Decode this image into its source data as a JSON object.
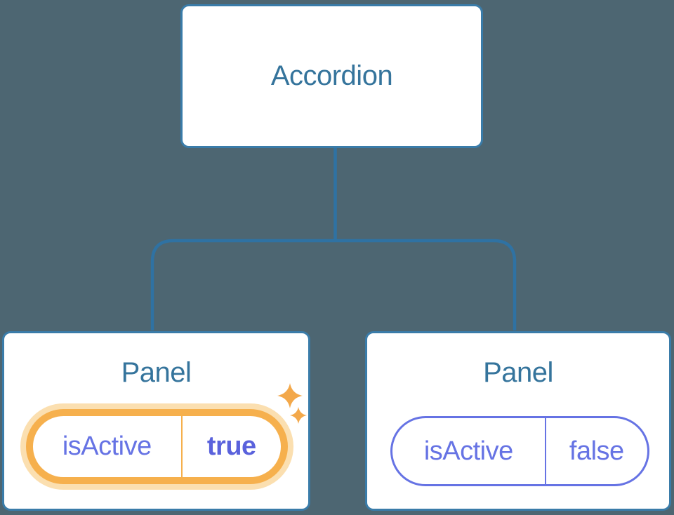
{
  "tree": {
    "root": {
      "label": "Accordion"
    },
    "children": [
      {
        "label": "Panel",
        "state": {
          "key": "isActive",
          "value": "true"
        },
        "highlighted": true
      },
      {
        "label": "Panel",
        "state": {
          "key": "isActive",
          "value": "false"
        },
        "highlighted": false
      }
    ]
  },
  "icons": {
    "sparkle_large": "sparkle-icon",
    "sparkle_small": "sparkle-icon"
  },
  "colors": {
    "background": "#4D6672",
    "card-bg": "#FFFFFF",
    "card-border": "#3A7CA9",
    "connector": "#2F72A3",
    "title-text": "#35749C",
    "state-text": "#6673E4",
    "state-value-active-text": "#5A62DC",
    "active-pill-border": "#F6B04D",
    "active-pill-glow": "#FBDFB0",
    "sparkle": "#F3A84A"
  }
}
